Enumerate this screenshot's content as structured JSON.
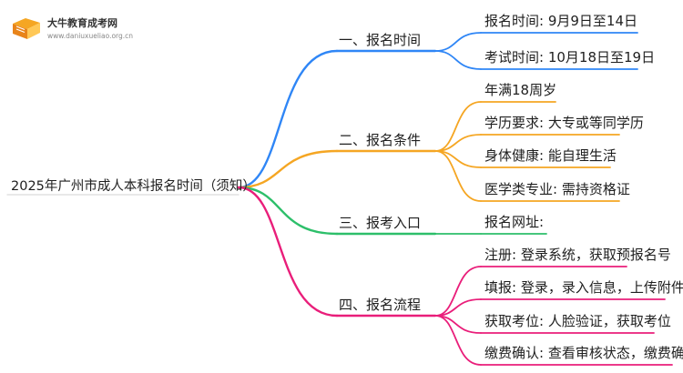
{
  "brand": {
    "name": "大牛教育成考网",
    "url": "www.daniuxueliao.org.cn"
  },
  "root": {
    "label": "2025年广州市成人本科报名时间（须知）"
  },
  "colors": {
    "time": "#2f86f6",
    "conditions": "#f5a623",
    "entry": "#2dbf6a",
    "process": "#e91e7a",
    "root_line": "#d9d9d9"
  },
  "branches": [
    {
      "key": "time",
      "label": "一、报名时间",
      "leaves": [
        "报名时间: 9月9日至14日",
        "考试时间: 10月18日至19日"
      ]
    },
    {
      "key": "conditions",
      "label": "二、报名条件",
      "leaves": [
        "年满18周岁",
        "学历要求: 大专或等同学历",
        "身体健康: 能自理生活",
        "医学类专业: 需持资格证"
      ]
    },
    {
      "key": "entry",
      "label": "三、报考入口",
      "leaves": [
        "报名网址:"
      ]
    },
    {
      "key": "process",
      "label": "四、报名流程",
      "leaves": [
        "注册: 登录系统，获取预报名号",
        "填报: 登录，录入信息，上传附件",
        "获取考位: 人脸验证，获取考位",
        "缴费确认: 查看审核状态，缴费确认"
      ]
    }
  ]
}
